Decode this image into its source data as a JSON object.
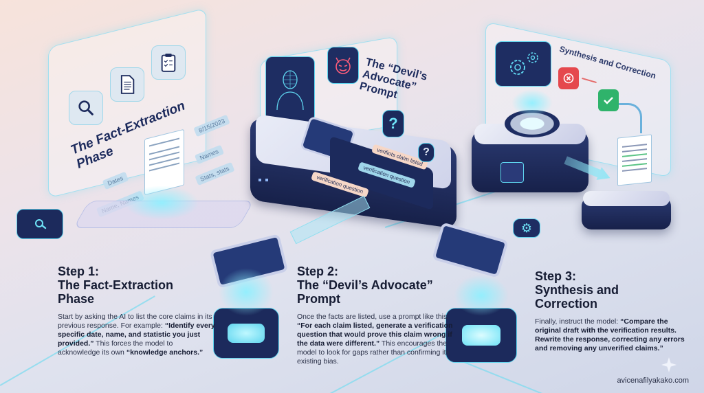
{
  "panels": [
    {
      "title": "The Fact-Extraction Phase",
      "icons": [
        "search-icon",
        "document-icon",
        "clipboard-checklist-icon"
      ],
      "labels": [
        "8/15/2023",
        "Names",
        "Stats, stats",
        "Dates",
        "Name, Names"
      ]
    },
    {
      "title": "The “Devil’s Advocate” Prompt",
      "icons": [
        "wireframe-person-icon",
        "devil-face-icon",
        "question-bubble-icon"
      ],
      "bubbles": [
        "verifiots claim listed",
        "verification question",
        "verification question"
      ],
      "question_mark": "?"
    },
    {
      "title": "Synthesis and Correction",
      "icons": [
        "gears-icon",
        "error-x-icon",
        "check-icon",
        "document-icon"
      ],
      "colors": {
        "error": "#e5484d",
        "success": "#2fb36b"
      }
    }
  ],
  "steps": [
    {
      "heading_line1": "Step 1:",
      "heading_line2": "The Fact-Extraction",
      "heading_line3": "Phase",
      "body_intro": "Start by asking the AI to list the core claims in its previous response. For example: ",
      "body_bold": "“Identify every specific date, name, and statistic you just provided.”",
      "body_tail": " This forces the model to acknowledge its own ",
      "body_tail_bold": "“knowledge anchors.”"
    },
    {
      "heading_line1": "Step 2:",
      "heading_line2": "The “Devil’s Advocate”",
      "heading_line3": "Prompt",
      "body_intro": "Once the facts are listed, use a prompt like this: ",
      "body_bold": "“For each claim listed, generate a verification question that would prove this claim wrong if the data were different.”",
      "body_tail": " This encourages the model to look for gaps rather than confirming its existing bias.",
      "body_tail_bold": ""
    },
    {
      "heading_line1": "Step 3:",
      "heading_line2": "Synthesis and",
      "heading_line3": "Correction",
      "body_intro": "Finally, instruct the model: ",
      "body_bold": "“Compare the original draft with the verification results. Rewrite the response, correcting any errors and removing any unverified claims.”",
      "body_tail": "",
      "body_tail_bold": ""
    }
  ],
  "watermark": "avicenafilyakako.com",
  "colors": {
    "navy": "#1c2a5c",
    "cyan_glow": "#5fd5ef",
    "text": "#161c33"
  }
}
